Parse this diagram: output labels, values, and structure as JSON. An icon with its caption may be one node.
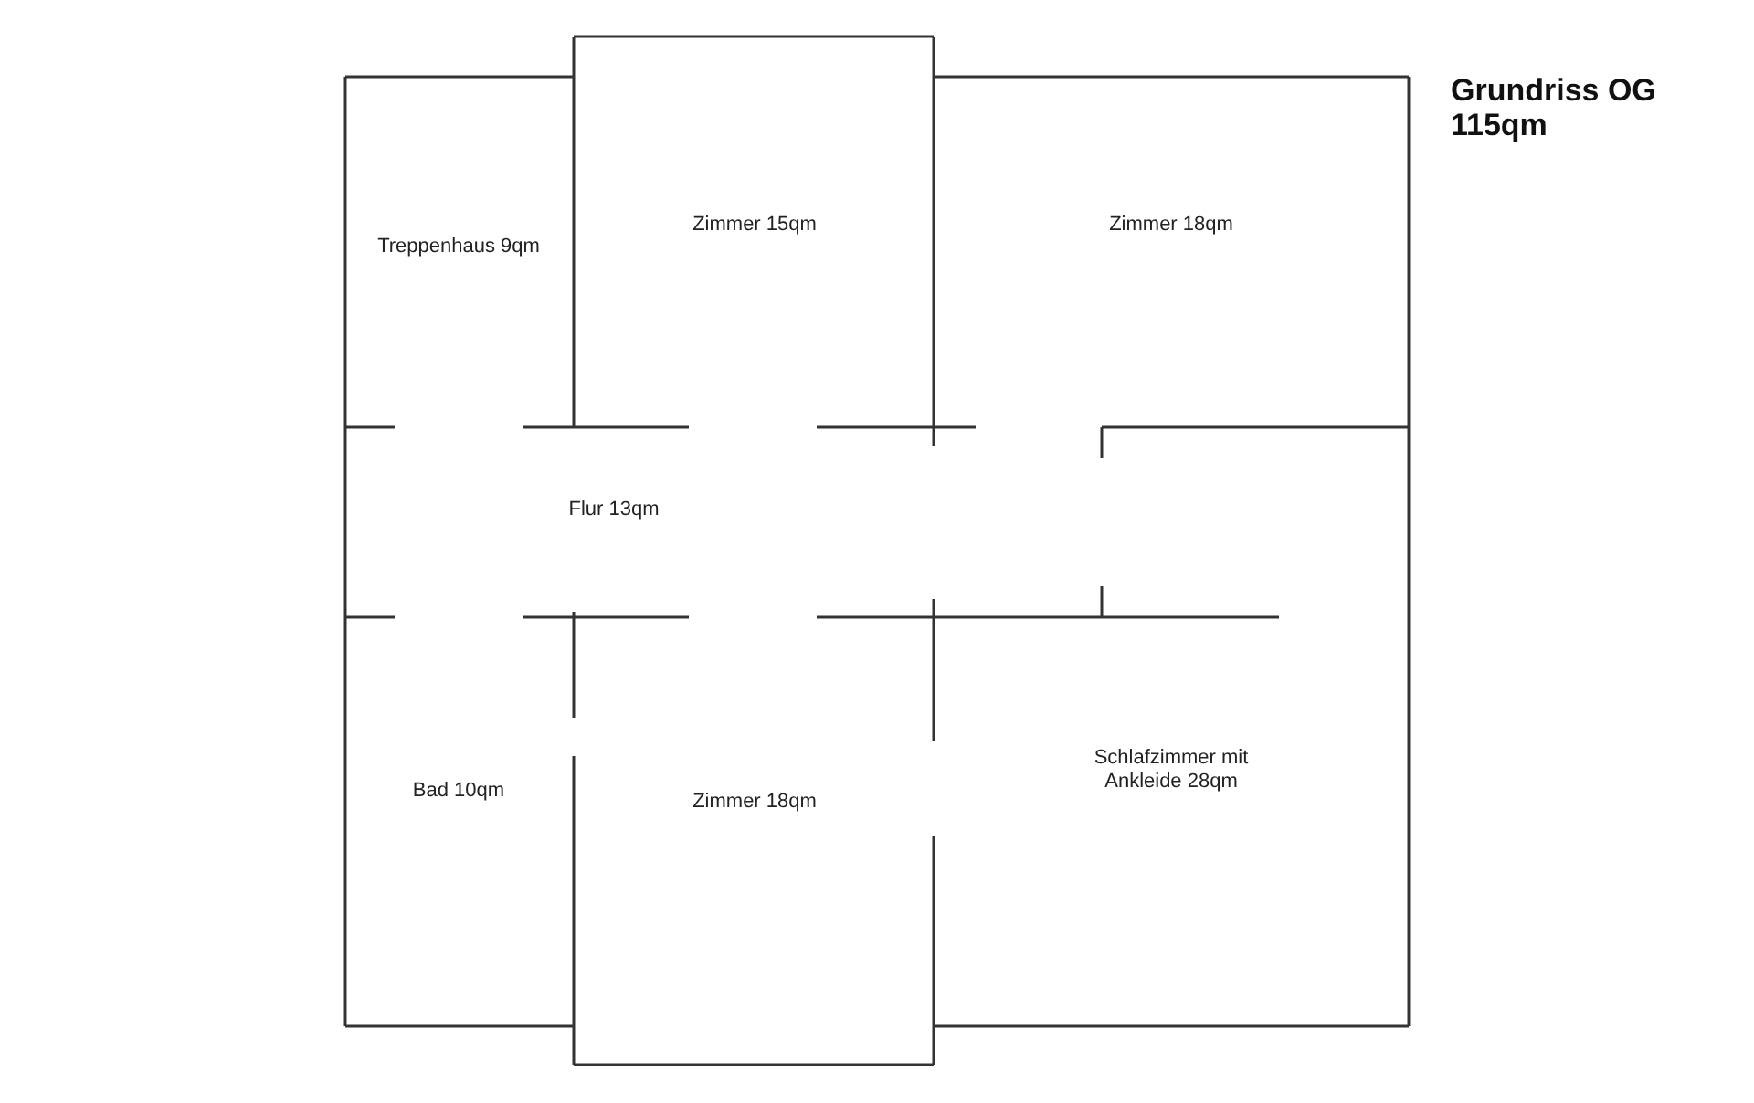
{
  "diagram": {
    "title": "Grundriss OG 115qm",
    "nodes": [
      {
        "text": [
          "Treppenhaus 9qm"
        ]
      },
      {
        "text": [
          "Zimmer 15qm"
        ]
      },
      {
        "text": [
          "Zimmer 18qm"
        ]
      },
      {
        "text": [
          "Flur 13qm"
        ]
      },
      {
        "text": [
          "Bad 10qm"
        ]
      },
      {
        "text": [
          "Zimmer 18qm"
        ]
      },
      {
        "text": [
          "Schlafzimmer mit Ankleide 28qm"
        ]
      }
    ]
  }
}
